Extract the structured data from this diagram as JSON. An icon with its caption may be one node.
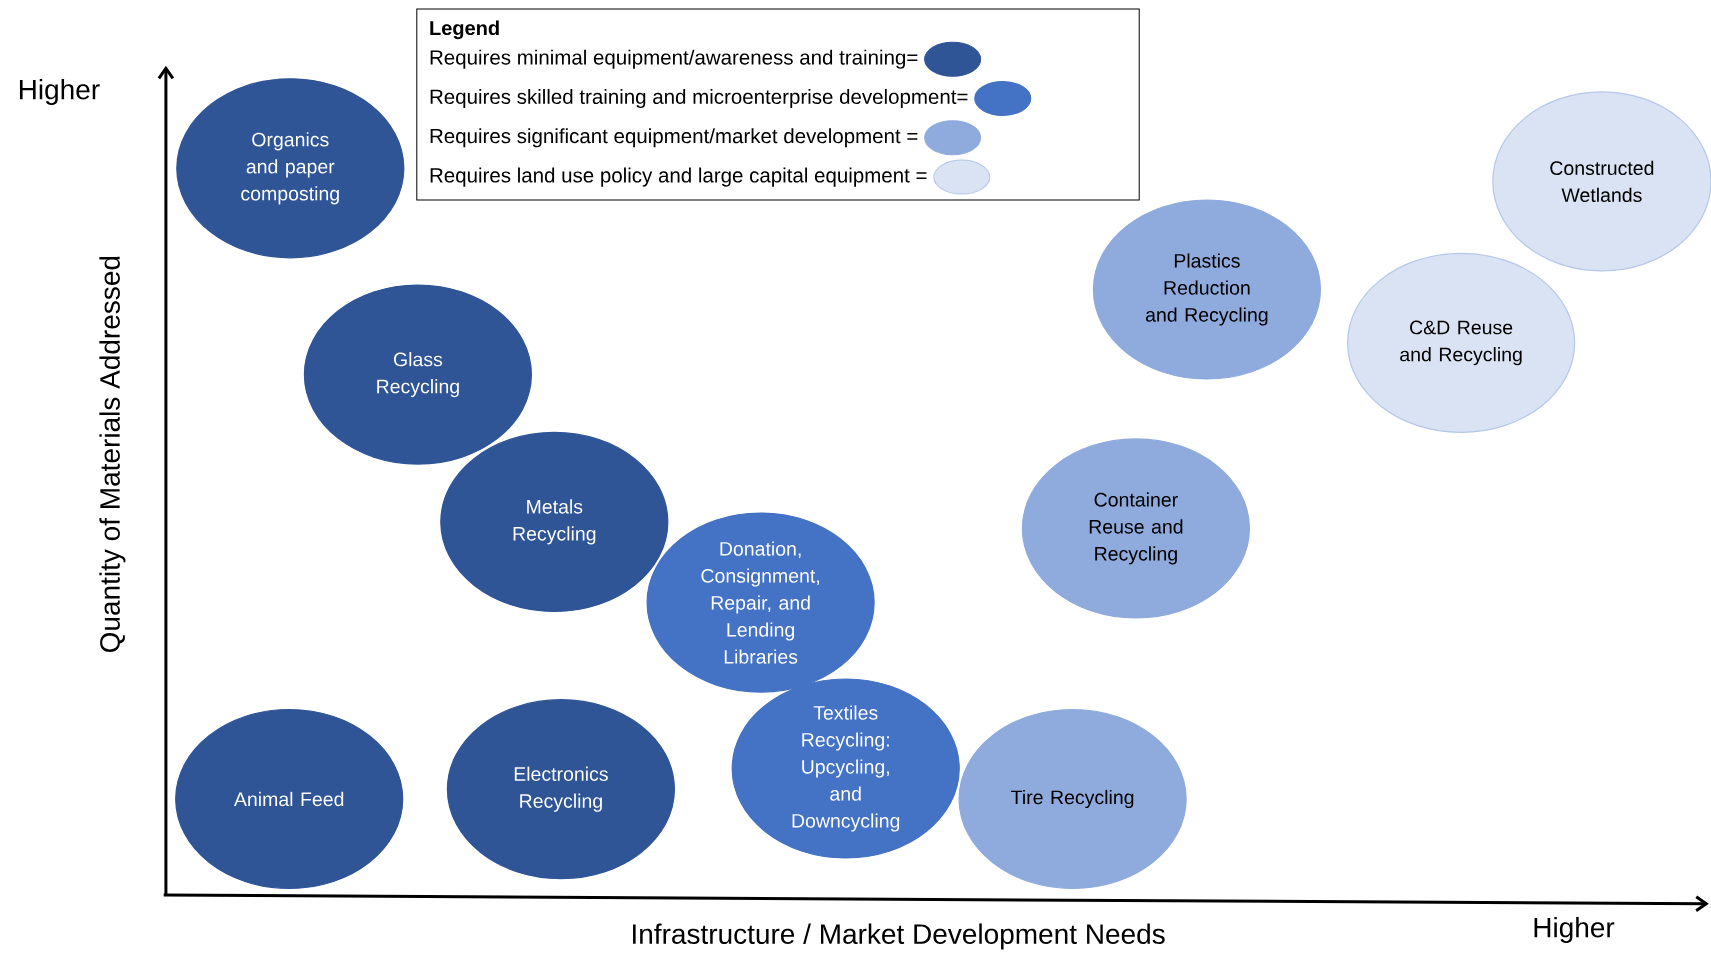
{
  "diagram": {
    "nodes": [
      {
        "text": [
          "Organics and paper composting"
        ]
      },
      {
        "text": [
          "Constructed Wetlands"
        ]
      },
      {
        "text": [
          "Plastics Reduction and Recycling"
        ]
      },
      {
        "text": [
          "C&D Reuse and Recycling"
        ]
      },
      {
        "text": [
          "Glass Recycling"
        ]
      },
      {
        "text": [
          "Metals Recycling"
        ]
      },
      {
        "text": [
          "Container Reuse and Recycling"
        ]
      },
      {
        "text": [
          "Donation, Consignment, Repair, and Lending Libraries"
        ]
      },
      {
        "text": [
          "Textiles Recycling: Upcycling, and Downcycling"
        ]
      },
      {
        "text": [
          "Animal Feed"
        ]
      },
      {
        "text": [
          "Electronics Recycling"
        ]
      },
      {
        "text": [
          "Tire Recycling"
        ]
      }
    ],
    "labels": [
      "Legend",
      "Higher",
      "Quantity of Materials Addressed",
      "Infrastructure / Market Development Needs",
      "Higher"
    ],
    "legend": [
      {
        "text": "Requires minimal equipment/awareness and training=",
        "color": "#2f5597"
      },
      {
        "text": "Requires skilled training and microenterprise development=",
        "color": "#4472c4"
      },
      {
        "text": "Requires significant equipment/market development =",
        "color": "#8faadc"
      },
      {
        "text": "Requires land use policy and large capital equipment =",
        "color": "#dae3f3"
      }
    ]
  }
}
